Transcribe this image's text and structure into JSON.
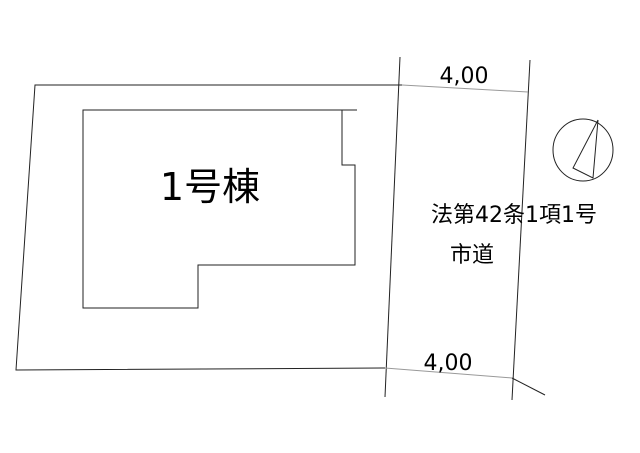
{
  "building_label": "1号棟",
  "road": {
    "width_top": "4,00",
    "width_bottom": "4,00",
    "classification": "法第42条1項1号",
    "type": "市道"
  },
  "compass": {
    "icon": "north-arrow-icon"
  }
}
